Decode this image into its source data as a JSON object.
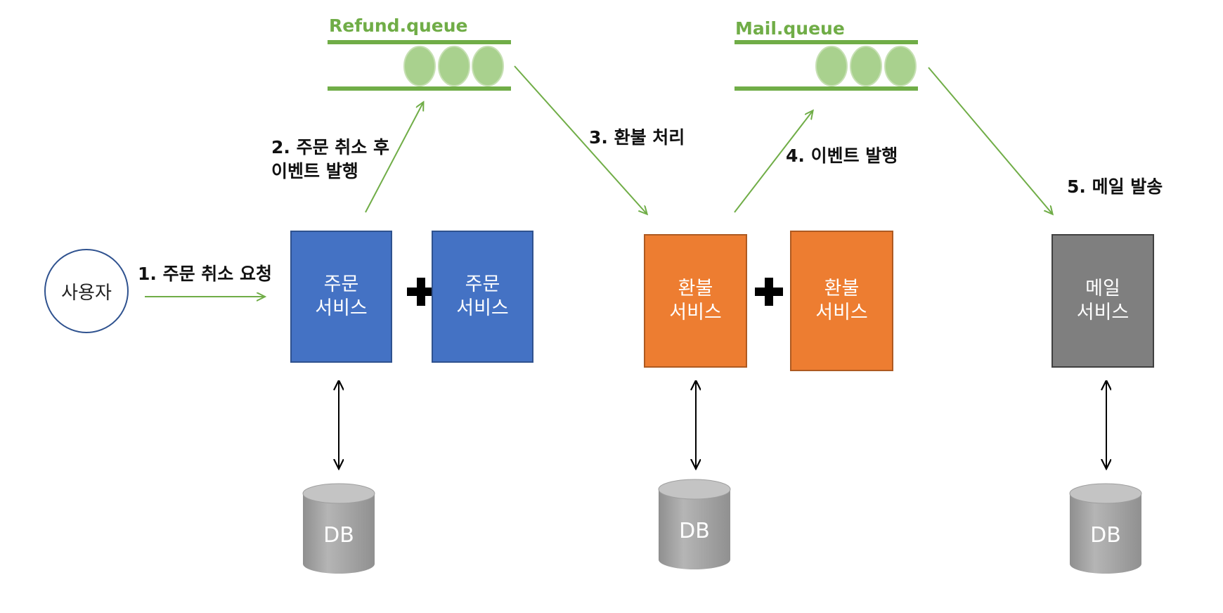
{
  "user": {
    "label": "사용자"
  },
  "queues": [
    {
      "name": "Refund.queue"
    },
    {
      "name": "Mail.queue"
    }
  ],
  "steps": [
    {
      "text": "1. 주문 취소 요청"
    },
    {
      "line1": "2. 주문 취소 후",
      "line2": "이벤트 발행"
    },
    {
      "text": "3. 환불 처리"
    },
    {
      "text": "4. 이벤트 발행"
    },
    {
      "text": "5. 메일 발송"
    }
  ],
  "services": {
    "order_a": {
      "line1": "주문",
      "line2": "서비스"
    },
    "order_b": {
      "line1": "주문",
      "line2": "서비스"
    },
    "refund_a": {
      "line1": "환불",
      "line2": "서비스"
    },
    "refund_b": {
      "line1": "환불",
      "line2": "서비스"
    },
    "mail": {
      "line1": "메일",
      "line2": "서비스"
    }
  },
  "databases": [
    {
      "label": "DB"
    },
    {
      "label": "DB"
    },
    {
      "label": "DB"
    }
  ],
  "colors": {
    "arrow_green": "#70ad47",
    "queue_item": "#a9d18e",
    "order_service": "#4472c4",
    "refund_service": "#ed7d31",
    "mail_service": "#7f7f7f",
    "database": "#a5a5a5"
  }
}
